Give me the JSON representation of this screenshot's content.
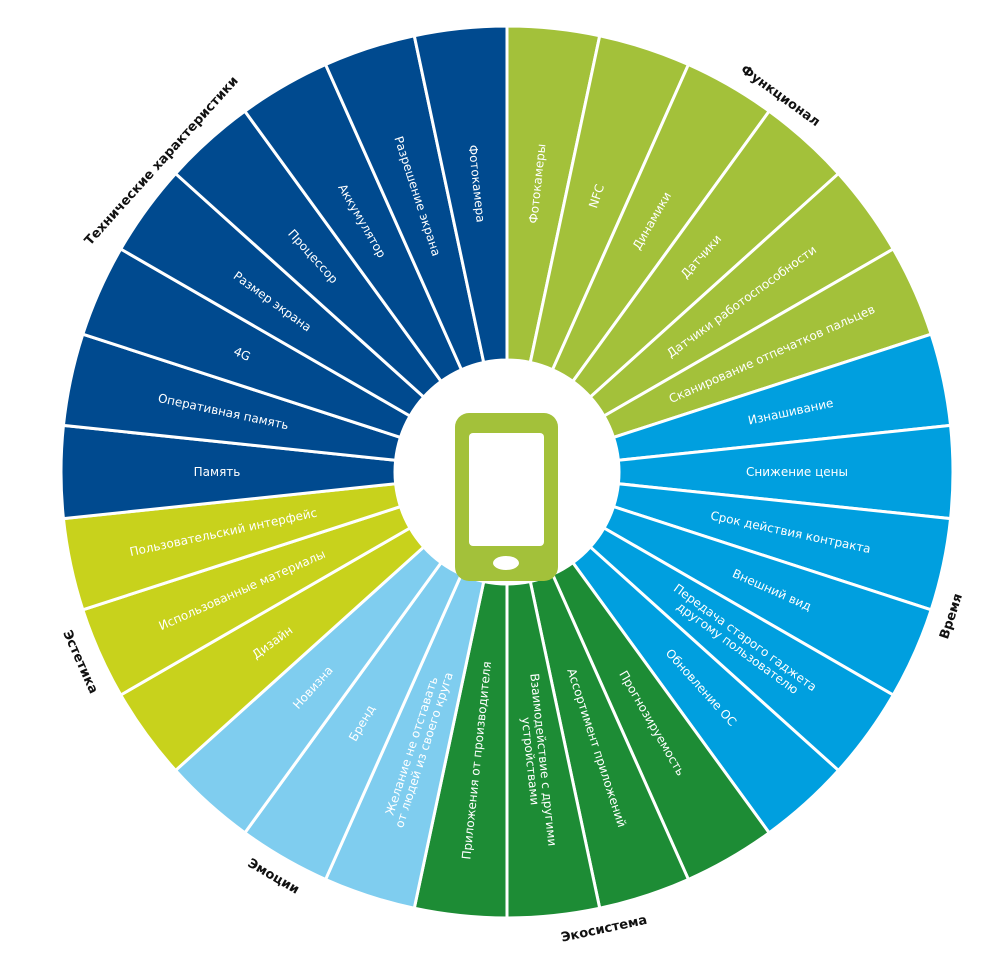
{
  "categories": [
    {
      "name": "Функционал",
      "color": "#a3c13a",
      "segments": [
        "Фотокамеры",
        "NFC",
        "Динамики",
        "Датчики",
        "Датчики работоспособности",
        "Сканирование отпечатков пальцев"
      ]
    },
    {
      "name": "Время",
      "color": "#009fdf",
      "segments": [
        "Изнашивание",
        "Снижение цены",
        "Срок действия контракта",
        "Внешний вид",
        [
          "Передача старого гаджета",
          "другому пользователю"
        ],
        "Обновление ОС"
      ]
    },
    {
      "name": "Экосистема",
      "color": "#1d8c35",
      "segments": [
        "Прогнозируемость",
        "Ассортимент приложений",
        [
          "Взаимодействие с другими",
          "устройствами"
        ],
        "Приложения от производителя"
      ]
    },
    {
      "name": "Эмоции",
      "color": "#7fcdef",
      "segments": [
        [
          "Желание не отставать",
          "от людей из своего круга"
        ],
        "Бренд",
        "Новизна"
      ]
    },
    {
      "name": "Эстетика",
      "color": "#c8d21c",
      "segments": [
        "Дизайн",
        "Использованные материалы",
        "Пользовательский интерфейс"
      ]
    },
    {
      "name": "Технические характеристики",
      "color": "#004a8f",
      "segments": [
        "Память",
        "Оперативная память",
        "4G",
        "Размер экрана",
        "Процессор",
        "Аккумулятор",
        "Разрешение экрана",
        "Фотокамера"
      ]
    }
  ],
  "center_icon": {
    "name": "smartphone-icon",
    "color": "#a3c13a"
  }
}
